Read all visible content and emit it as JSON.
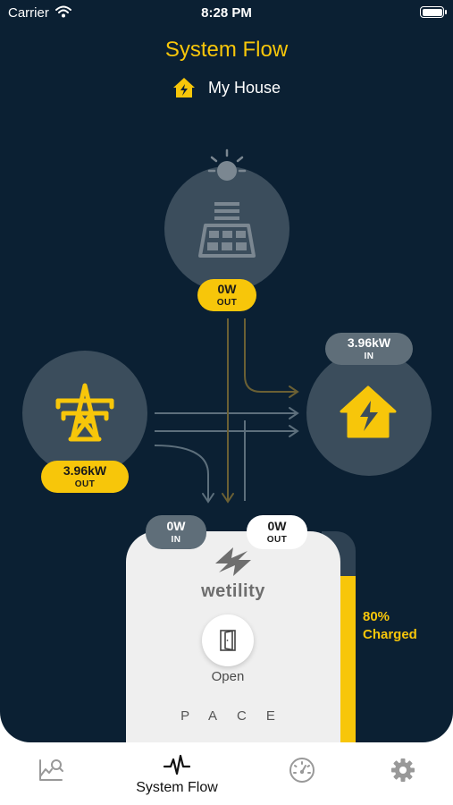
{
  "status_bar": {
    "carrier": "Carrier",
    "time": "8:28 PM"
  },
  "header": {
    "title": "System Flow",
    "site_name": "My House"
  },
  "colors": {
    "accent": "#f7c60a",
    "background": "#0b2033",
    "node": "#3b4d5c"
  },
  "solar": {
    "icon": "solar-panel-icon",
    "value": "0W",
    "direction": "OUT"
  },
  "grid": {
    "icon": "power-tower-icon",
    "value": "3.96kW",
    "direction": "OUT"
  },
  "home": {
    "icon": "house-bolt-icon",
    "value": "3.96kW",
    "direction": "IN"
  },
  "battery": {
    "in_value": "0W",
    "in_label": "IN",
    "out_value": "0W",
    "out_label": "OUT",
    "brand": "wetility",
    "open_label": "Open",
    "model": "PACE",
    "charge_percent": "80%",
    "charge_label": "Charged",
    "charge_fraction": 0.8
  },
  "tabs": [
    {
      "icon": "chart-search-icon",
      "label": ""
    },
    {
      "icon": "pulse-icon",
      "label": "System Flow",
      "active": true
    },
    {
      "icon": "gauge-icon",
      "label": ""
    },
    {
      "icon": "gear-icon",
      "label": ""
    }
  ]
}
